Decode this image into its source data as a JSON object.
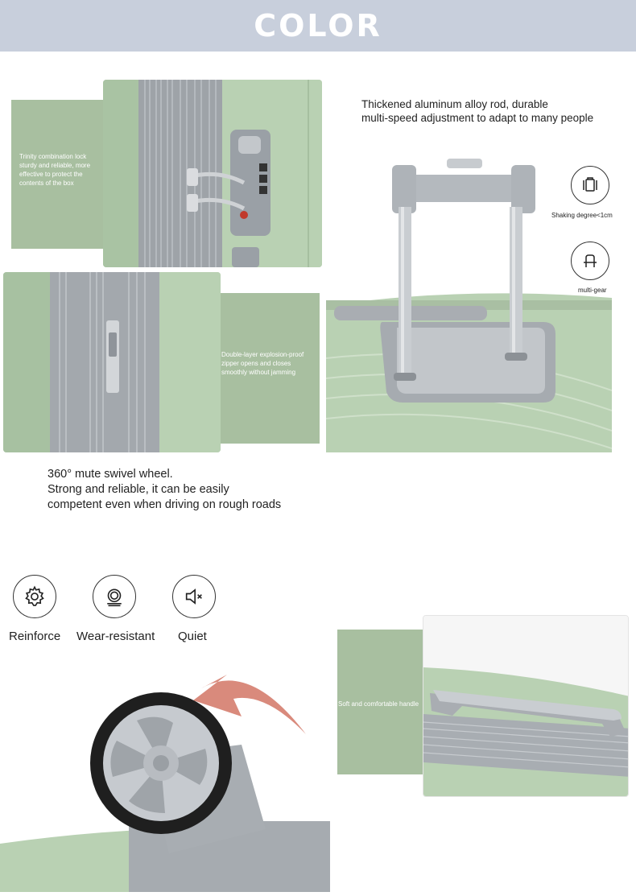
{
  "header": {
    "title": "COLOR"
  },
  "lock_section": {
    "caption": "Trinity combination lock sturdy and reliable, more effective to protect the contents of the box"
  },
  "zipper_section": {
    "caption": "Double-layer explosion-proof zipper opens and closes smoothly without jamming"
  },
  "rod_section": {
    "line1": "Thickened aluminum alloy rod, durable",
    "line2": "multi-speed adjustment to adapt to many people",
    "features": [
      {
        "icon": "shaking-icon",
        "label": "Shaking degree<1cm"
      },
      {
        "icon": "multi-gear-icon",
        "label": "multi-gear"
      }
    ]
  },
  "wheel_section": {
    "line1": "360° mute swivel wheel.",
    "line2": "Strong and reliable, it can be easily",
    "line3": "competent even when driving on rough roads",
    "features": [
      {
        "icon": "gear-icon",
        "label": "Reinforce"
      },
      {
        "icon": "wear-resistant-icon",
        "label": "Wear-resistant"
      },
      {
        "icon": "mute-speaker-icon",
        "label": "Quiet"
      }
    ]
  },
  "handle_section": {
    "caption": "Soft and comfortable handle"
  },
  "colors": {
    "header_bg": "#c8cfdc",
    "panel_green": "#a8bfa0",
    "shell_green": "#b9d1b3",
    "gray_part": "#a4a8ad",
    "arrow": "#d98a7c"
  }
}
